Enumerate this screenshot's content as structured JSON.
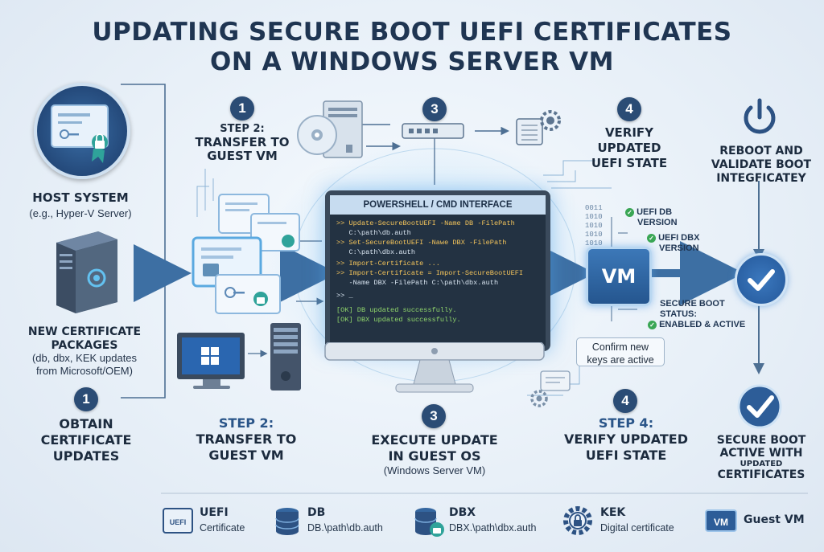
{
  "title_line1": "UPDATING SECURE BOOT UEFI CERTIFICATES",
  "title_line2": "ON A WINDOWS SERVER VM",
  "host": {
    "title": "HOST SYSTEM",
    "sub": "(e.g., Hyper-V Server)"
  },
  "packages": {
    "title1": "NEW CERTIFICATE",
    "title2": "PACKAGES",
    "sub1": "(db, dbx, KEK updates",
    "sub2": "from Microsoft/OEM)"
  },
  "steps_top": [
    {
      "num": "1",
      "l1": "STEP 2:",
      "l2": "TRANSFER TO",
      "l3": "GUEST VM"
    },
    {
      "num": "3"
    },
    {
      "num": "4",
      "l1": "VERIFY",
      "l2": "UPDATED",
      "l3": "UEFI STATE"
    }
  ],
  "steps_bottom": [
    {
      "num": "1",
      "l1": "OBTAIN",
      "l2": "CERTIFICATE",
      "l3": "UPDATES"
    },
    {
      "l1": "STEP 2:",
      "l2": "TRANSFER TO",
      "l3": "GUEST VM"
    },
    {
      "num": "3",
      "l1": "EXECUTE UPDATE",
      "l2": "IN GUEST OS",
      "l3": "(Windows Server VM)"
    },
    {
      "num": "4",
      "l1": "STEP 4:",
      "l2": "VERIFY UPDATED",
      "l3": "UEFI STATE"
    }
  ],
  "terminal": {
    "header": "POWERSHELL / CMD INTERFACE",
    "lines": [
      ">> Update-SecureBootUEFI -Name DB -FilePath",
      "   C:\\path\\db.auth",
      ">> Set-SecureBootUEFI -Nawe DBX -FilePath",
      "   C:\\path\\dbx.auth",
      ">> Import-Certificate ...",
      ">> Import-Certificate = Import-SecureBootUEFI",
      "   -Name DBX -FilePath C:\\path\\dbx.auth",
      ">> _",
      "[OK] DB updated successfully.",
      "[OK] DBX updated successfully."
    ]
  },
  "vm_label": "VM",
  "status": {
    "db": "UEFI DB",
    "db2": "VERSION",
    "dbx": "UEFI DBX",
    "dbx2": "VERSION",
    "sb1": "SECURE BOOT",
    "sb2": "STATUS:",
    "sb3": "ENABLED & ACTIVE",
    "confirm1": "Confirm new",
    "confirm2": "keys are active"
  },
  "binary": [
    "0011",
    "1010",
    "1010",
    "1010",
    "1010"
  ],
  "reboot": {
    "l1": "REBOOT AND",
    "l2": "VALIDATE BOOT",
    "l3": "INTEGFICATEY"
  },
  "final": {
    "l1": "SECURE BOOT",
    "l2": "ACTIVE WITH",
    "l3": "UPDATED",
    "l4": "CERTIFICATES"
  },
  "legend": [
    {
      "icon": "UEFI",
      "title": "UEFI",
      "sub": "Certificate"
    },
    {
      "icon": "db",
      "title": "DB",
      "sub": "DB.\\path\\db.auth"
    },
    {
      "icon": "dbx",
      "title": "DBX",
      "sub": "DBX.\\path\\dbx.auth"
    },
    {
      "icon": "kek",
      "title": "KEK",
      "sub": "Digital certificate"
    },
    {
      "icon": "VM",
      "title": "Guest VM",
      "sub": ""
    }
  ],
  "colors": {
    "navy": "#1f3552",
    "accent": "#2a5589",
    "arrow": "#3d6fa3",
    "ok": "#3aa655",
    "glow": "#7cc3f0"
  }
}
